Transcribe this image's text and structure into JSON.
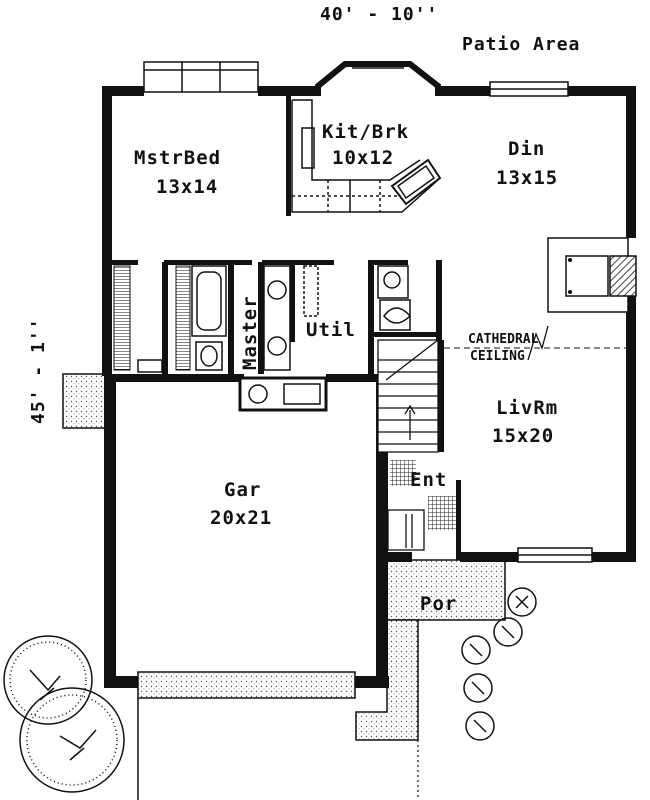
{
  "overall": {
    "width_dim": "40' - 10''",
    "depth_dim": "45' - 1''"
  },
  "patio_label": "Patio Area",
  "rooms": {
    "master_bed": {
      "name": "MstrBed",
      "size": "13x14"
    },
    "kitchen": {
      "name": "Kit/Brk",
      "size": "10x12"
    },
    "dining": {
      "name": "Din",
      "size": "13x15"
    },
    "master_bath": {
      "name": "Master"
    },
    "utility": {
      "name": "Util"
    },
    "living": {
      "name": "LivRm",
      "size": "15x20"
    },
    "garage": {
      "name": "Gar",
      "size": "20x21"
    },
    "entry": {
      "name": "Ent"
    },
    "porch": {
      "name": "Por"
    }
  },
  "notes": {
    "ceiling_line1": "CATHEDRAL",
    "ceiling_line2": "CEILING"
  },
  "colors": {
    "ink": "#111111",
    "paper": "#ffffff",
    "stipple": "#bdbdbd"
  }
}
